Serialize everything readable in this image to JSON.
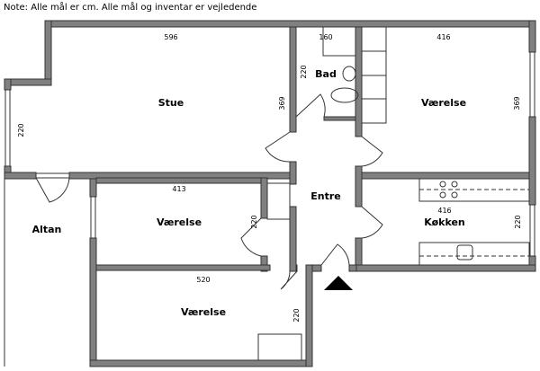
{
  "note": "Note: Alle mål er cm. Alle mål og inventar er vejledende",
  "rooms": {
    "stue": {
      "label": "Stue",
      "width": "596",
      "height": "369",
      "window": "220"
    },
    "bad": {
      "label": "Bad",
      "width": "160",
      "height": "220"
    },
    "vaerelse_ne": {
      "label": "Værelse",
      "width": "416",
      "height": "369"
    },
    "altan": {
      "label": "Altan"
    },
    "entre": {
      "label": "Entre"
    },
    "vaerelse_mid": {
      "label": "Værelse",
      "width": "413",
      "height": "220"
    },
    "koekken": {
      "label": "Køkken",
      "width": "416",
      "height": "220"
    },
    "vaerelse_s": {
      "label": "Værelse",
      "width": "520",
      "height": "220"
    }
  },
  "entrance_marker": "triangle-icon"
}
